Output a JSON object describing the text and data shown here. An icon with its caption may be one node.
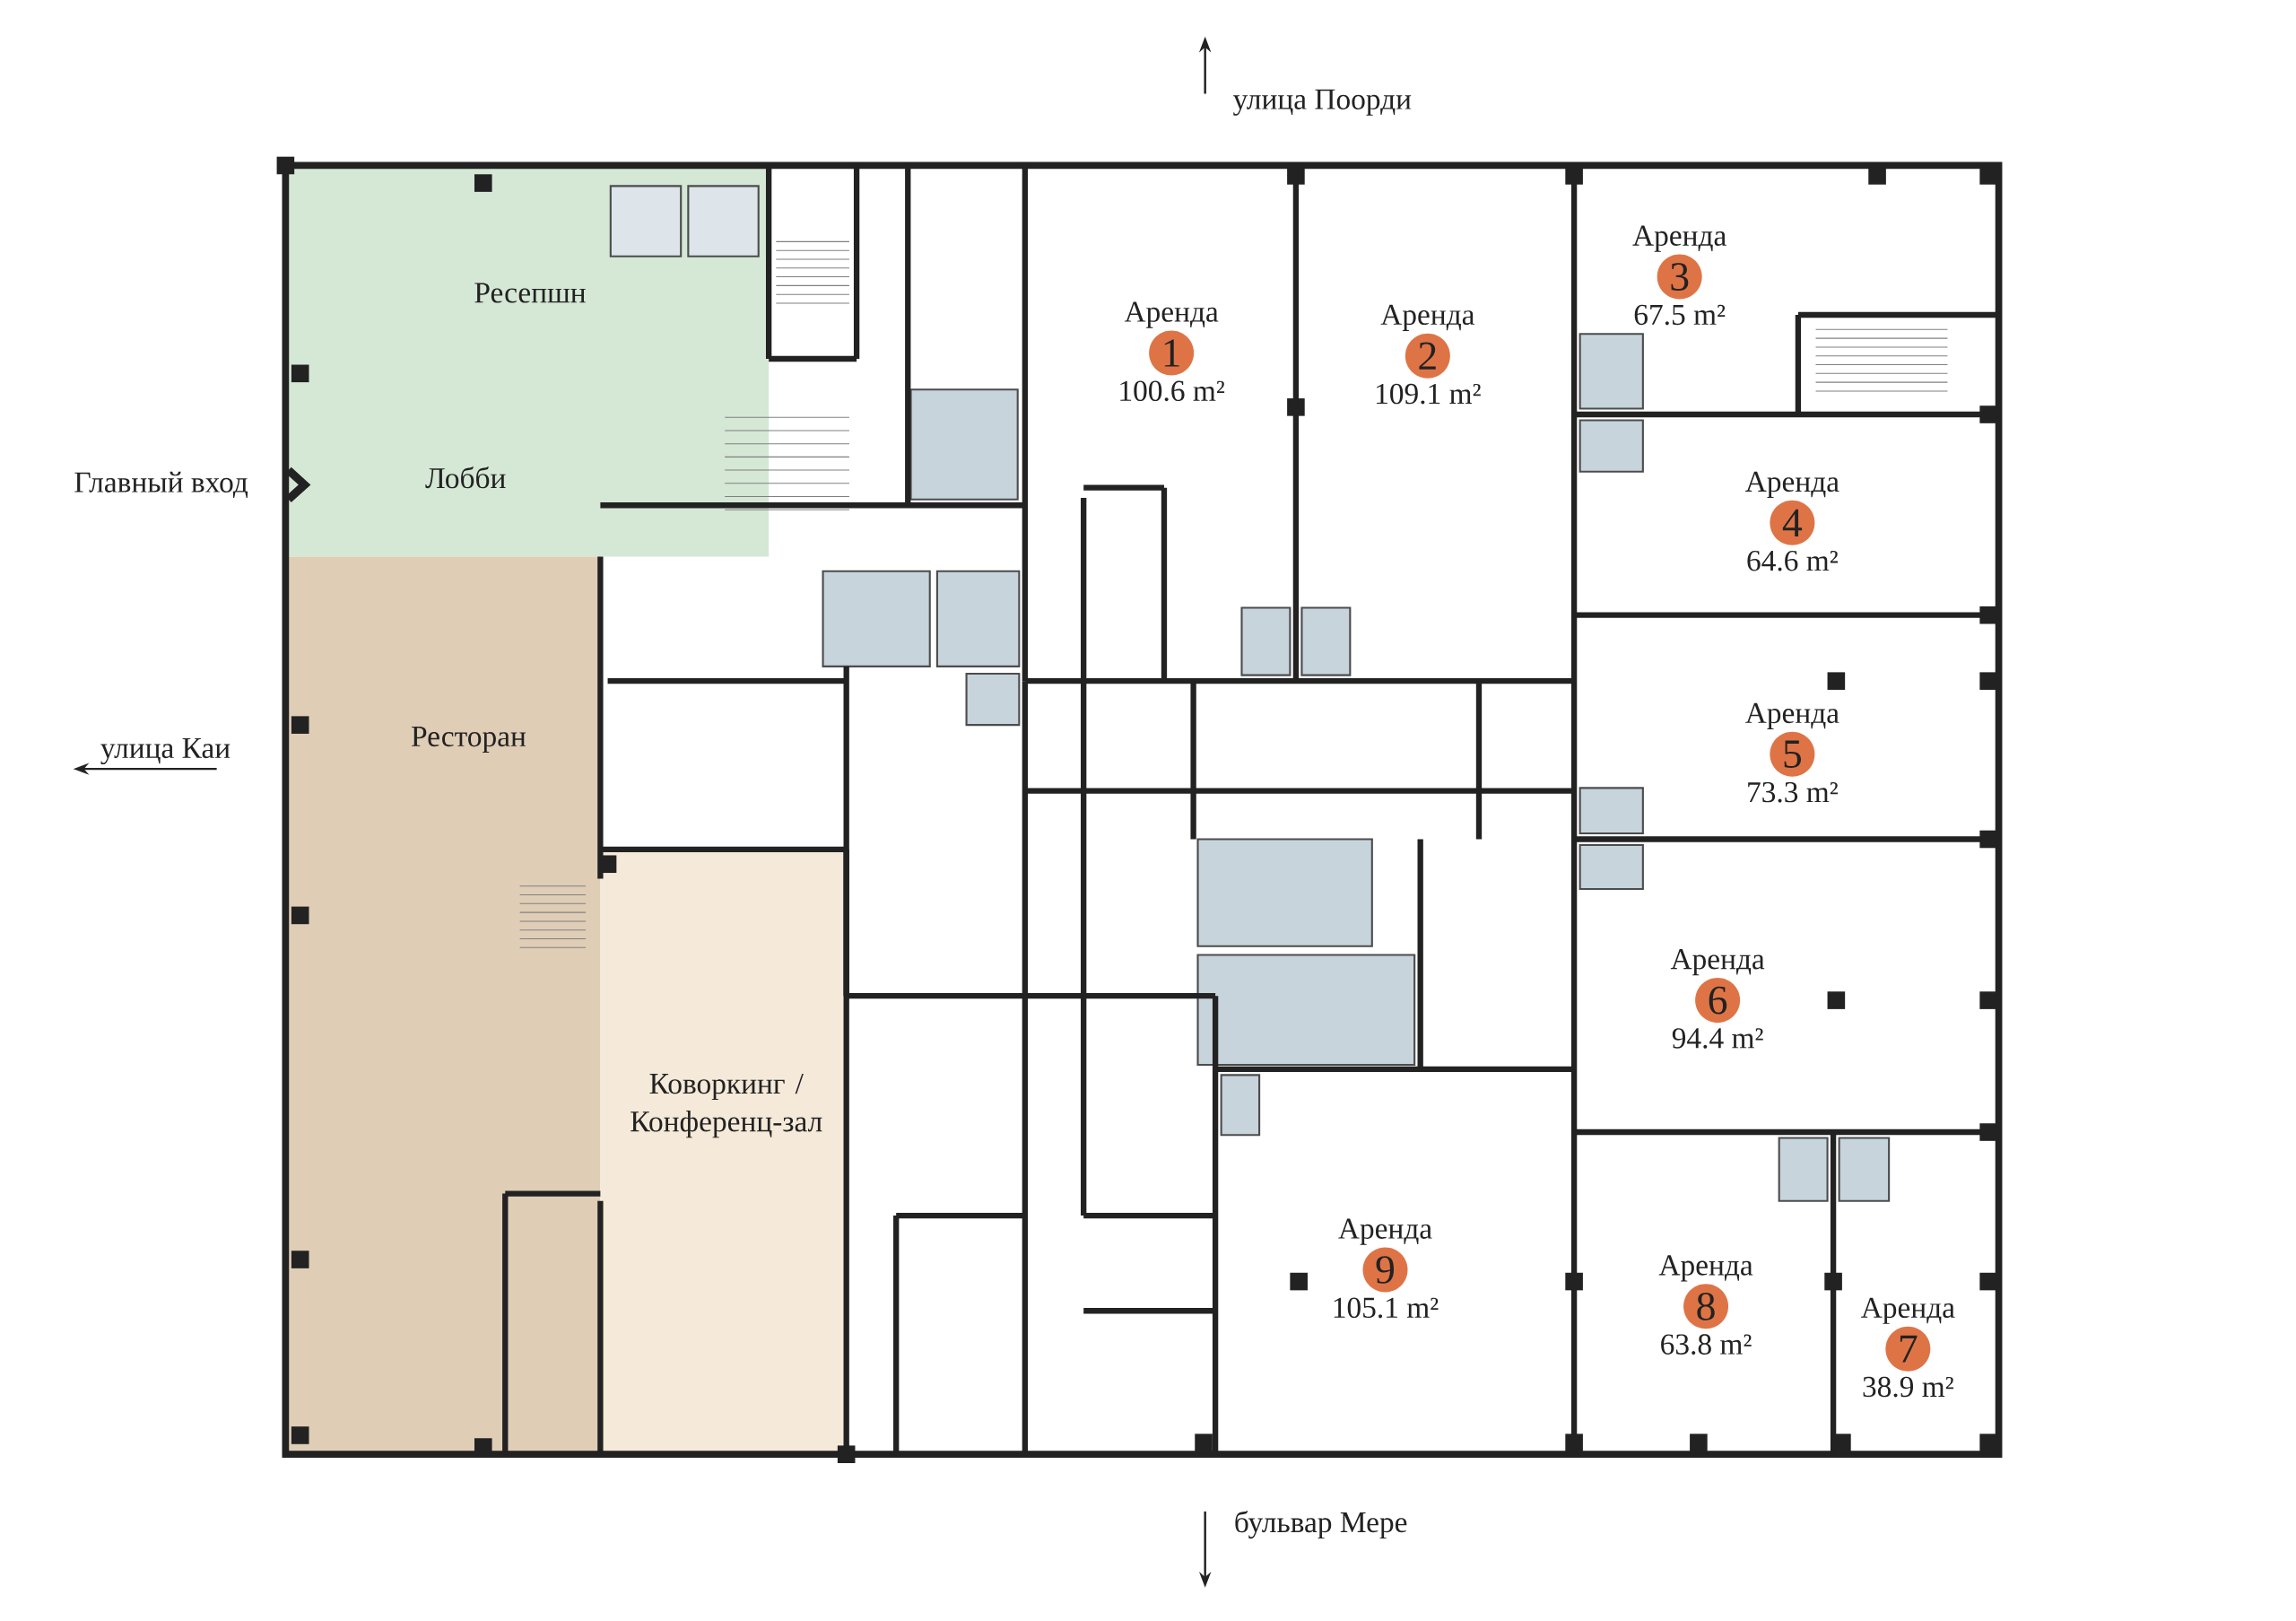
{
  "diagram": {
    "nodes": [
      {
        "text": [
          "Ресепшн",
          "Лобби"
        ]
      },
      {
        "text": [
          "Ресторан"
        ]
      },
      {
        "text": [
          "Коворкинг / Конференц-зал"
        ]
      },
      {
        "text": [
          "Аренда",
          "100.6 m²"
        ]
      },
      {
        "text": [
          "1"
        ],
        "in": 3
      },
      {
        "text": [
          "Аренда",
          "109.1 m²"
        ]
      },
      {
        "text": [
          "2"
        ],
        "in": 5
      },
      {
        "text": [
          "Аренда",
          "67.5 m²"
        ]
      },
      {
        "text": [
          "3"
        ],
        "in": 7
      },
      {
        "text": [
          "Аренда",
          "64.6 m²"
        ]
      },
      {
        "text": [
          "4"
        ],
        "in": 9
      },
      {
        "text": [
          "Аренда",
          "73.3 m²"
        ]
      },
      {
        "text": [
          "5"
        ],
        "in": 11
      },
      {
        "text": [
          "Аренда",
          "94.4 m²"
        ]
      },
      {
        "text": [
          "6"
        ],
        "in": 13
      },
      {
        "text": [
          "Аренда",
          "38.9 m²"
        ]
      },
      {
        "text": [
          "7"
        ],
        "in": 15
      },
      {
        "text": [
          "Аренда",
          "63.8 m²"
        ]
      },
      {
        "text": [
          "8"
        ],
        "in": 17
      },
      {
        "text": [
          "Аренда",
          "105.1 m²"
        ]
      },
      {
        "text": [
          "9"
        ],
        "in": 19
      }
    ],
    "labels": [
      "улица Поорди",
      "Главный вход",
      "улица Каи",
      "бульвар Мере"
    ]
  }
}
